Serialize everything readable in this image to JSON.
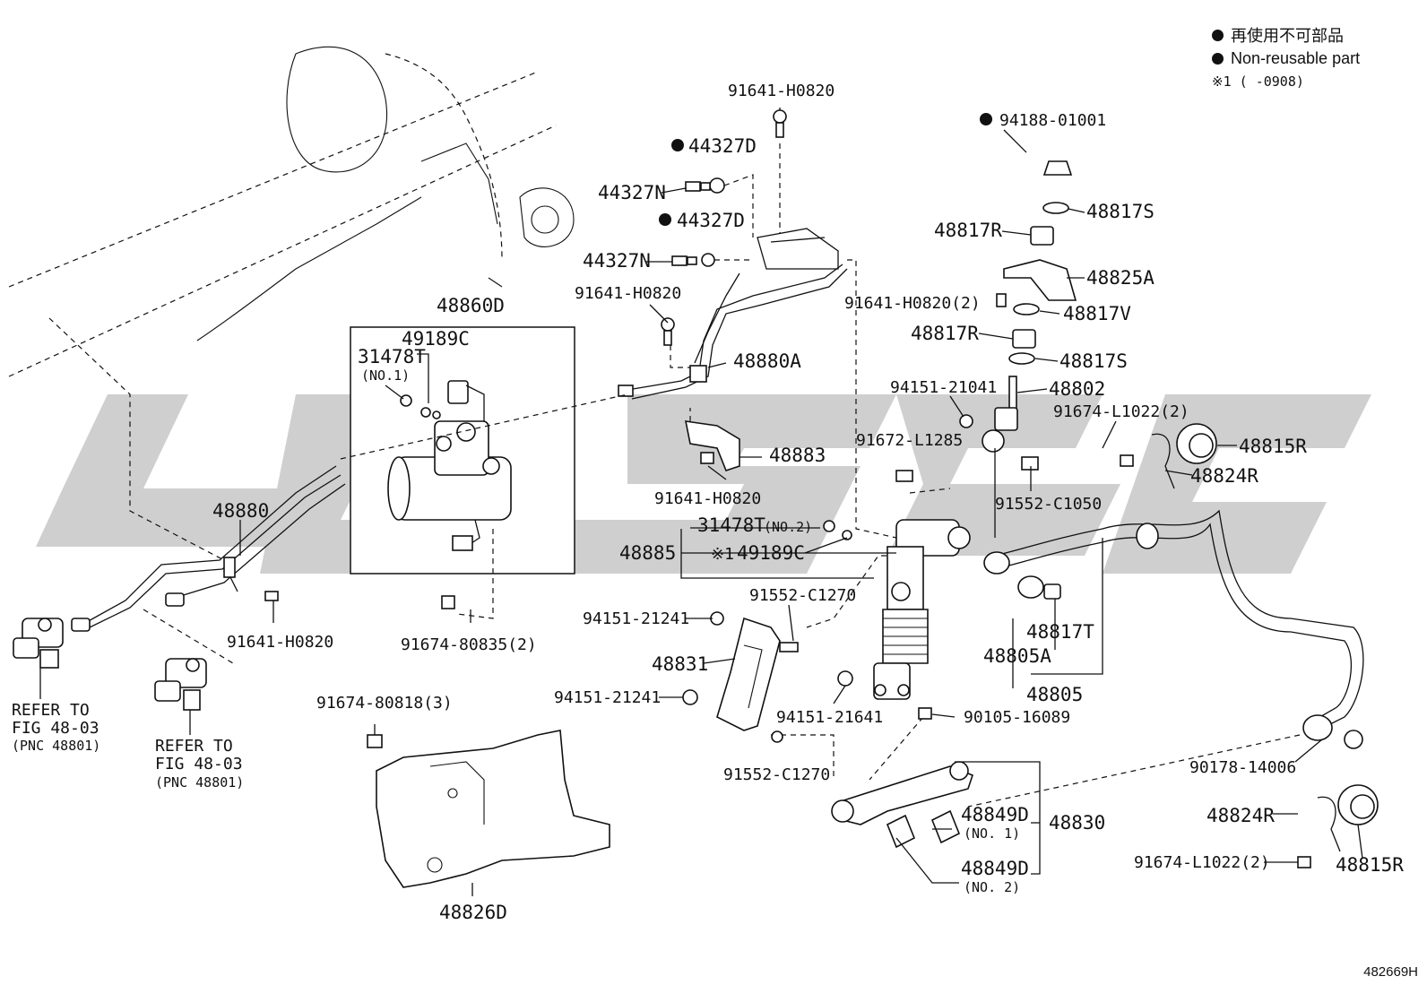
{
  "legend": {
    "jp": "再使用不可部品",
    "en": "Non-reusable part",
    "ref1": "※1 (      -0908)"
  },
  "figure_id": "482669H",
  "labels": {
    "p91641_h0820_a": "91641-H0820",
    "p44327d_a": "44327D",
    "p44327n_a": "44327N",
    "p44327d_b": "44327D",
    "p44327n_b": "44327N",
    "p48860d": "48860D",
    "p91641_h0820_b": "91641-H0820",
    "p49189c": "49189C",
    "p31478t": "31478T",
    "p31478t_no1": "(NO.1)",
    "p48880a": "48880A",
    "p48883": "48883",
    "p91641_h0820_c": "91641-H0820",
    "p48880": "48880",
    "p91641_h0820_d": "91641-H0820",
    "p91674_80835": "91674-80835(2)",
    "refer_a_1": "REFER TO",
    "refer_a_2": "FIG 48-03",
    "refer_a_3": "(PNC 48801)",
    "refer_b_1": "REFER TO",
    "refer_b_2": "FIG 48-03",
    "refer_b_3": "(PNC 48801)",
    "p91674_80818": "91674-80818(3)",
    "p48826d": "48826D",
    "p94188": "94188-01001",
    "p48817s_a": "48817S",
    "p48817r_a": "48817R",
    "p48825a": "48825A",
    "p91641_h0820_2": "91641-H0820(2)",
    "p48817v": "48817V",
    "p48817r_b": "48817R",
    "p48817s_b": "48817S",
    "p94151_21041": "94151-21041",
    "p48802": "48802",
    "p91674_l1022_a": "91674-L1022(2)",
    "p91672_l1285": "91672-L1285",
    "p48815r_a": "48815R",
    "p48824r_a": "48824R",
    "p91552_c1050": "91552-C1050",
    "p31478t_no2": "31478T",
    "p31478t_no2_sub": "(NO.2)",
    "p48885": "48885",
    "p49189c_b": "49189C",
    "ref_mark": "※1",
    "p91552_c1270_a": "91552-C1270",
    "p94151_21241_a": "94151-21241",
    "p48831": "48831",
    "p94151_21241_b": "94151-21241",
    "p94151_21641": "94151-21641",
    "p90105_16089": "90105-16089",
    "p91552_c1270_b": "91552-C1270",
    "p48817t": "48817T",
    "p48805a": "48805A",
    "p48805": "48805",
    "p90178_14006": "90178-14006",
    "p48849d_1": "48849D",
    "p48849d_1_sub": "(NO. 1)",
    "p48830": "48830",
    "p48849d_2": "48849D",
    "p48849d_2_sub": "(NO. 2)",
    "p48824r_b": "48824R",
    "p91674_l1022_b": "91674-L1022(2)",
    "p48815r_b": "48815R"
  }
}
